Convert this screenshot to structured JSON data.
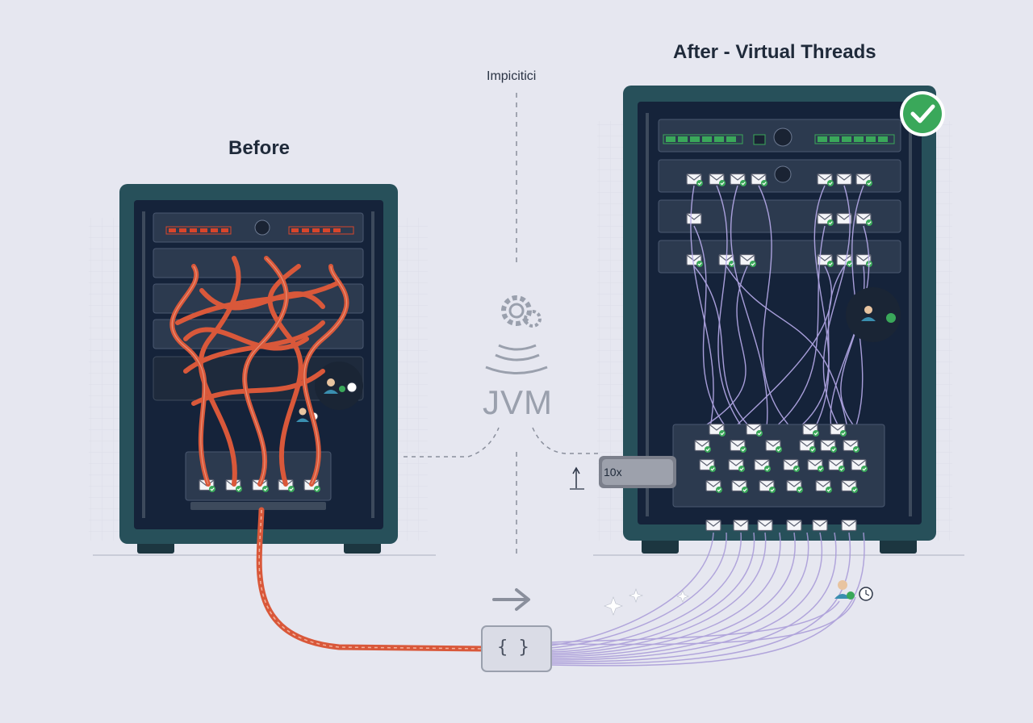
{
  "labels": {
    "before_title": "Before",
    "after_title": "After - Virtual Threads",
    "center_caption": "Impicitici",
    "jvm_text": "JVM",
    "multiplier": "10x",
    "code_block": "{ }"
  },
  "colors": {
    "background": "#e6e7f0",
    "rack_frame": "#27505a",
    "rack_inner": "#15233a",
    "platform_thread_cable": "#d9583a",
    "virtual_thread_cable": "#a89ad8",
    "status_ok": "#3aa85a",
    "status_bad": "#d9452b"
  },
  "icons": {
    "checkmark": "check-circle-icon",
    "envelope": "envelope-icon",
    "gear": "gear-icon",
    "user": "user-icon",
    "clock": "clock-icon",
    "arrow": "arrow-right-icon",
    "sparkle": "sparkle-icon"
  }
}
